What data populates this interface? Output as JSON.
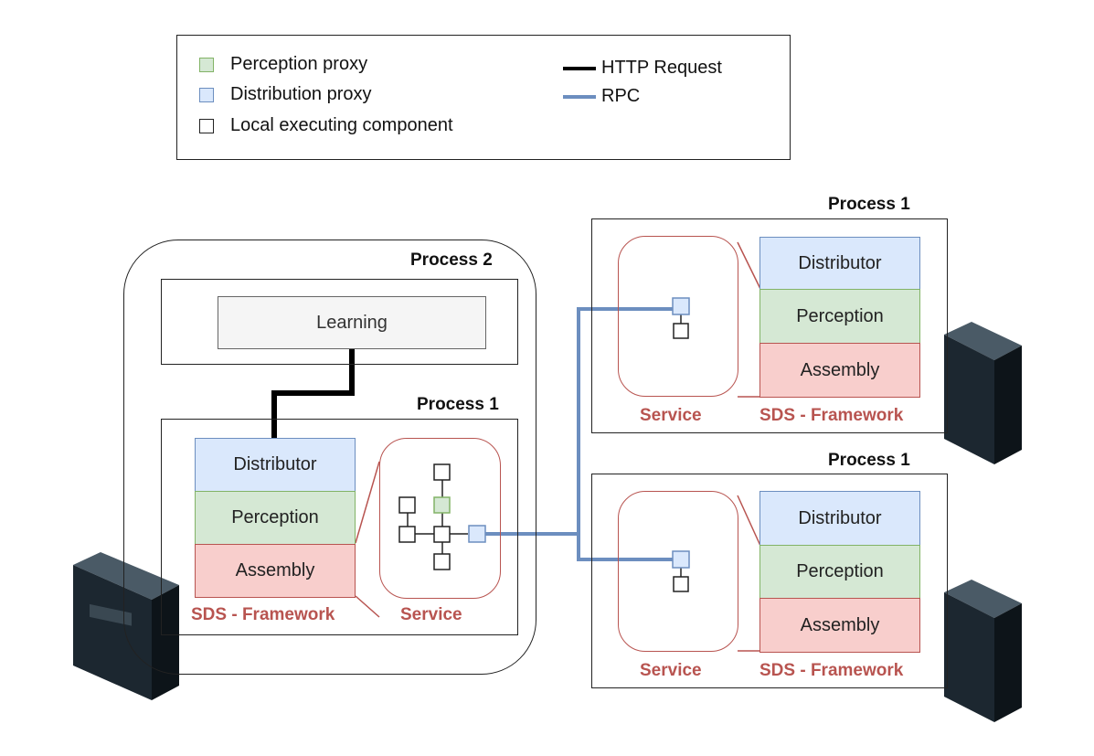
{
  "legend": {
    "perception_proxy": "Perception proxy",
    "distribution_proxy": "Distribution proxy",
    "local_component": "Local executing component",
    "http_request": "HTTP Request",
    "rpc": "RPC"
  },
  "left_machine": {
    "outer_title": "Process 2",
    "learning": "Learning",
    "inner_title": "Process 1",
    "distributor": "Distributor",
    "perception": "Perception",
    "assembly": "Assembly",
    "framework_label": "SDS - Framework",
    "service_label": "Service"
  },
  "right_top": {
    "title": "Process 1",
    "distributor": "Distributor",
    "perception": "Perception",
    "assembly": "Assembly",
    "service_label": "Service",
    "framework_label": "SDS - Framework"
  },
  "right_bottom": {
    "title": "Process 1",
    "distributor": "Distributor",
    "perception": "Perception",
    "assembly": "Assembly",
    "service_label": "Service",
    "framework_label": "SDS - Framework"
  },
  "colors": {
    "distribution_fill": "#dae8fc",
    "distribution_stroke": "#6c8ebf",
    "perception_fill": "#d5e8d4",
    "perception_stroke": "#82b366",
    "assembly_fill": "#f8cecc",
    "assembly_stroke": "#b85450",
    "http_line": "#000000",
    "rpc_line": "#6c8ebf"
  }
}
